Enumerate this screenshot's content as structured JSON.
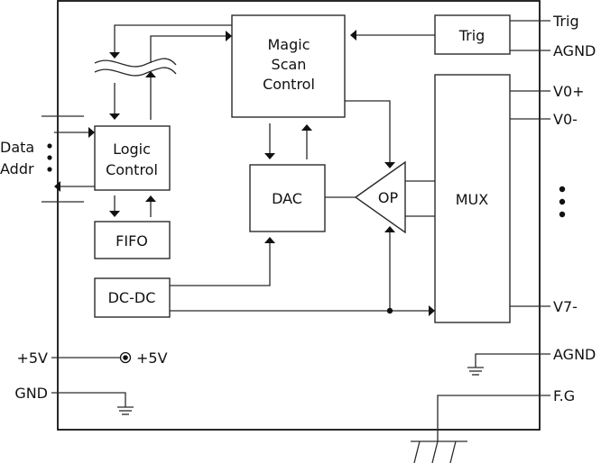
{
  "diagram": {
    "type": "block-diagram",
    "blocks": {
      "magic_scan": [
        "Magic",
        "Scan",
        "Control"
      ],
      "trig": "Trig",
      "mux": "MUX",
      "logic": [
        "Logic",
        "Control"
      ],
      "fifo": "FIFO",
      "dac": "DAC",
      "op": "OP",
      "dcdc": "DC-DC"
    },
    "terminals": {
      "trig": "Trig",
      "agnd_top": "AGND",
      "v0_plus": "V0+",
      "v0_minus": "V0-",
      "v7_minus": "V7-",
      "agnd_bottom": "AGND",
      "fg": "F.G",
      "data": "Data",
      "addr": "Addr",
      "plus5v_left": "+5V",
      "plus5v_inner": "+5V",
      "gnd": "GND"
    },
    "colors": {
      "line": "#2a2a2a",
      "background": "#ffffff"
    }
  }
}
